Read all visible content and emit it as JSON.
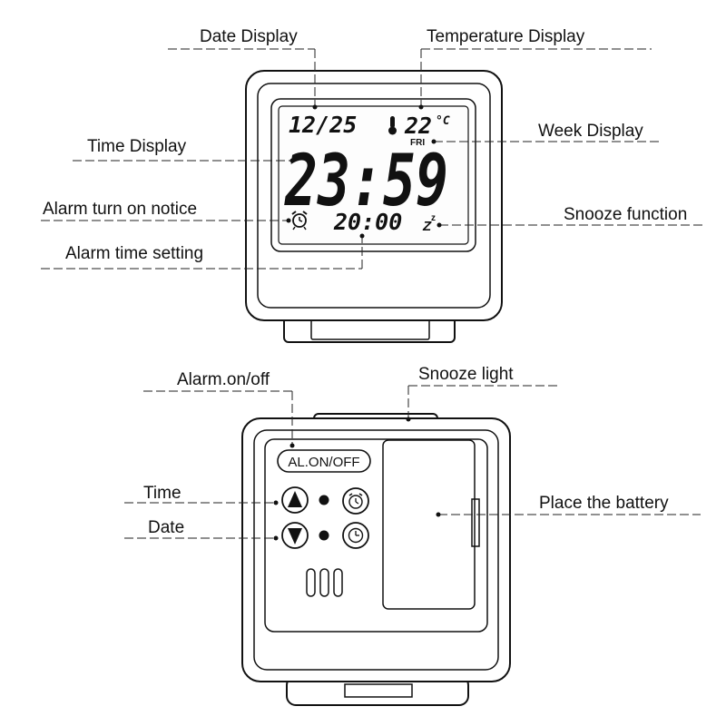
{
  "front": {
    "date": "12/25",
    "temperature": "22",
    "temp_unit": "°C",
    "weekday": "FRI",
    "time": "23:59",
    "alarm_time": "20:00",
    "snooze_small": "z",
    "snooze_big": "Z"
  },
  "labels": {
    "date_display": "Date Display",
    "temperature_display": "Temperature Display",
    "week_display": "Week Display",
    "time_display": "Time Display",
    "alarm_notice": "Alarm turn on notice",
    "snooze_function": "Snooze function",
    "alarm_time_setting": "Alarm time setting",
    "alarm_onoff": "Alarm.on/off",
    "snooze_light": "Snooze light",
    "time": "Time",
    "date": "Date",
    "place_battery": "Place the battery"
  },
  "back": {
    "alarm_button_label": "AL.ON/OFF"
  },
  "icons": {
    "thermometer": "thermometer-icon",
    "alarm_bell": "alarm-clock-icon",
    "up": "up-arrow-icon",
    "down": "down-arrow-icon",
    "clock": "clock-icon"
  }
}
